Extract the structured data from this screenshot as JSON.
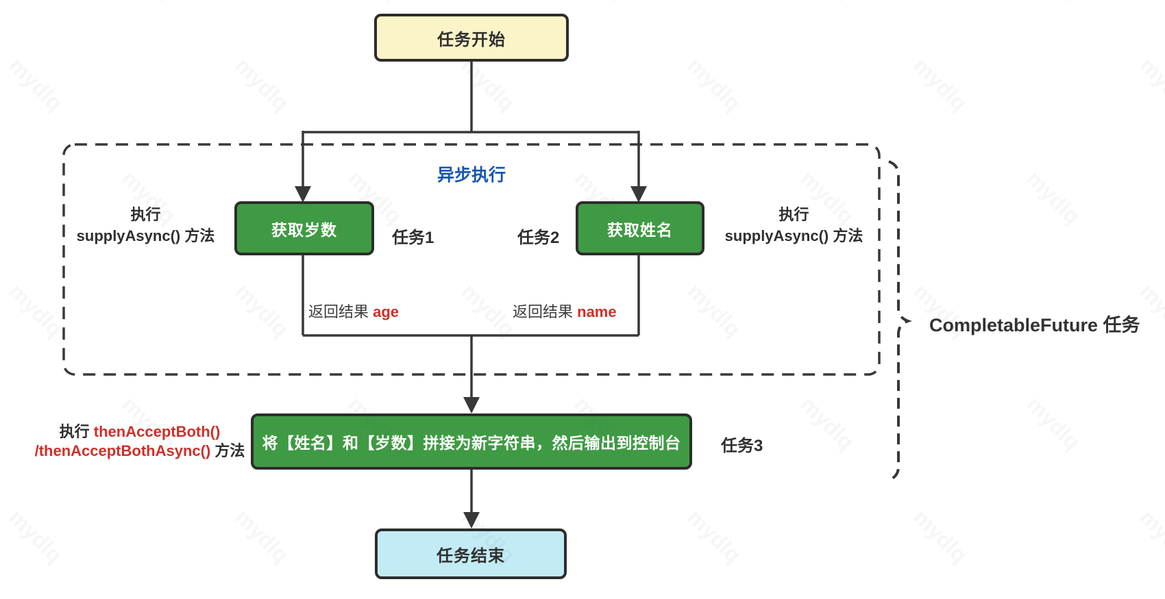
{
  "diagram": {
    "start_node": "任务开始",
    "async_label": "异步执行",
    "task_age_node": "获取岁数",
    "task_name_node": "获取姓名",
    "task1_label": "任务1",
    "task2_label": "任务2",
    "task3_label": "任务3",
    "left_method": {
      "line1": "执行",
      "line2": "supplyAsync() 方法"
    },
    "right_method": {
      "line1": "执行",
      "line2": "supplyAsync() 方法"
    },
    "return_age": {
      "prefix": "返回结果 ",
      "value": "age"
    },
    "return_name": {
      "prefix": "返回结果 ",
      "value": "name"
    },
    "combine_method": {
      "prefix": "执行 ",
      "red_line1": "thenAcceptBoth()",
      "red_line2": "/thenAcceptBothAsync()",
      "suffix": " 方法"
    },
    "combine_node": "将【姓名】和【岁数】拼接为新字符串，然后输出到控制台",
    "brace_label": "CompletableFuture 任务",
    "end_node": "任务结束",
    "watermark": "mydlq",
    "colors": {
      "start_fill": "#faf4c8",
      "task_fill": "#3f9a44",
      "end_fill": "#c2ebf5",
      "accent_blue": "#1656b0",
      "accent_red": "#d02f27",
      "line": "#383838"
    }
  }
}
